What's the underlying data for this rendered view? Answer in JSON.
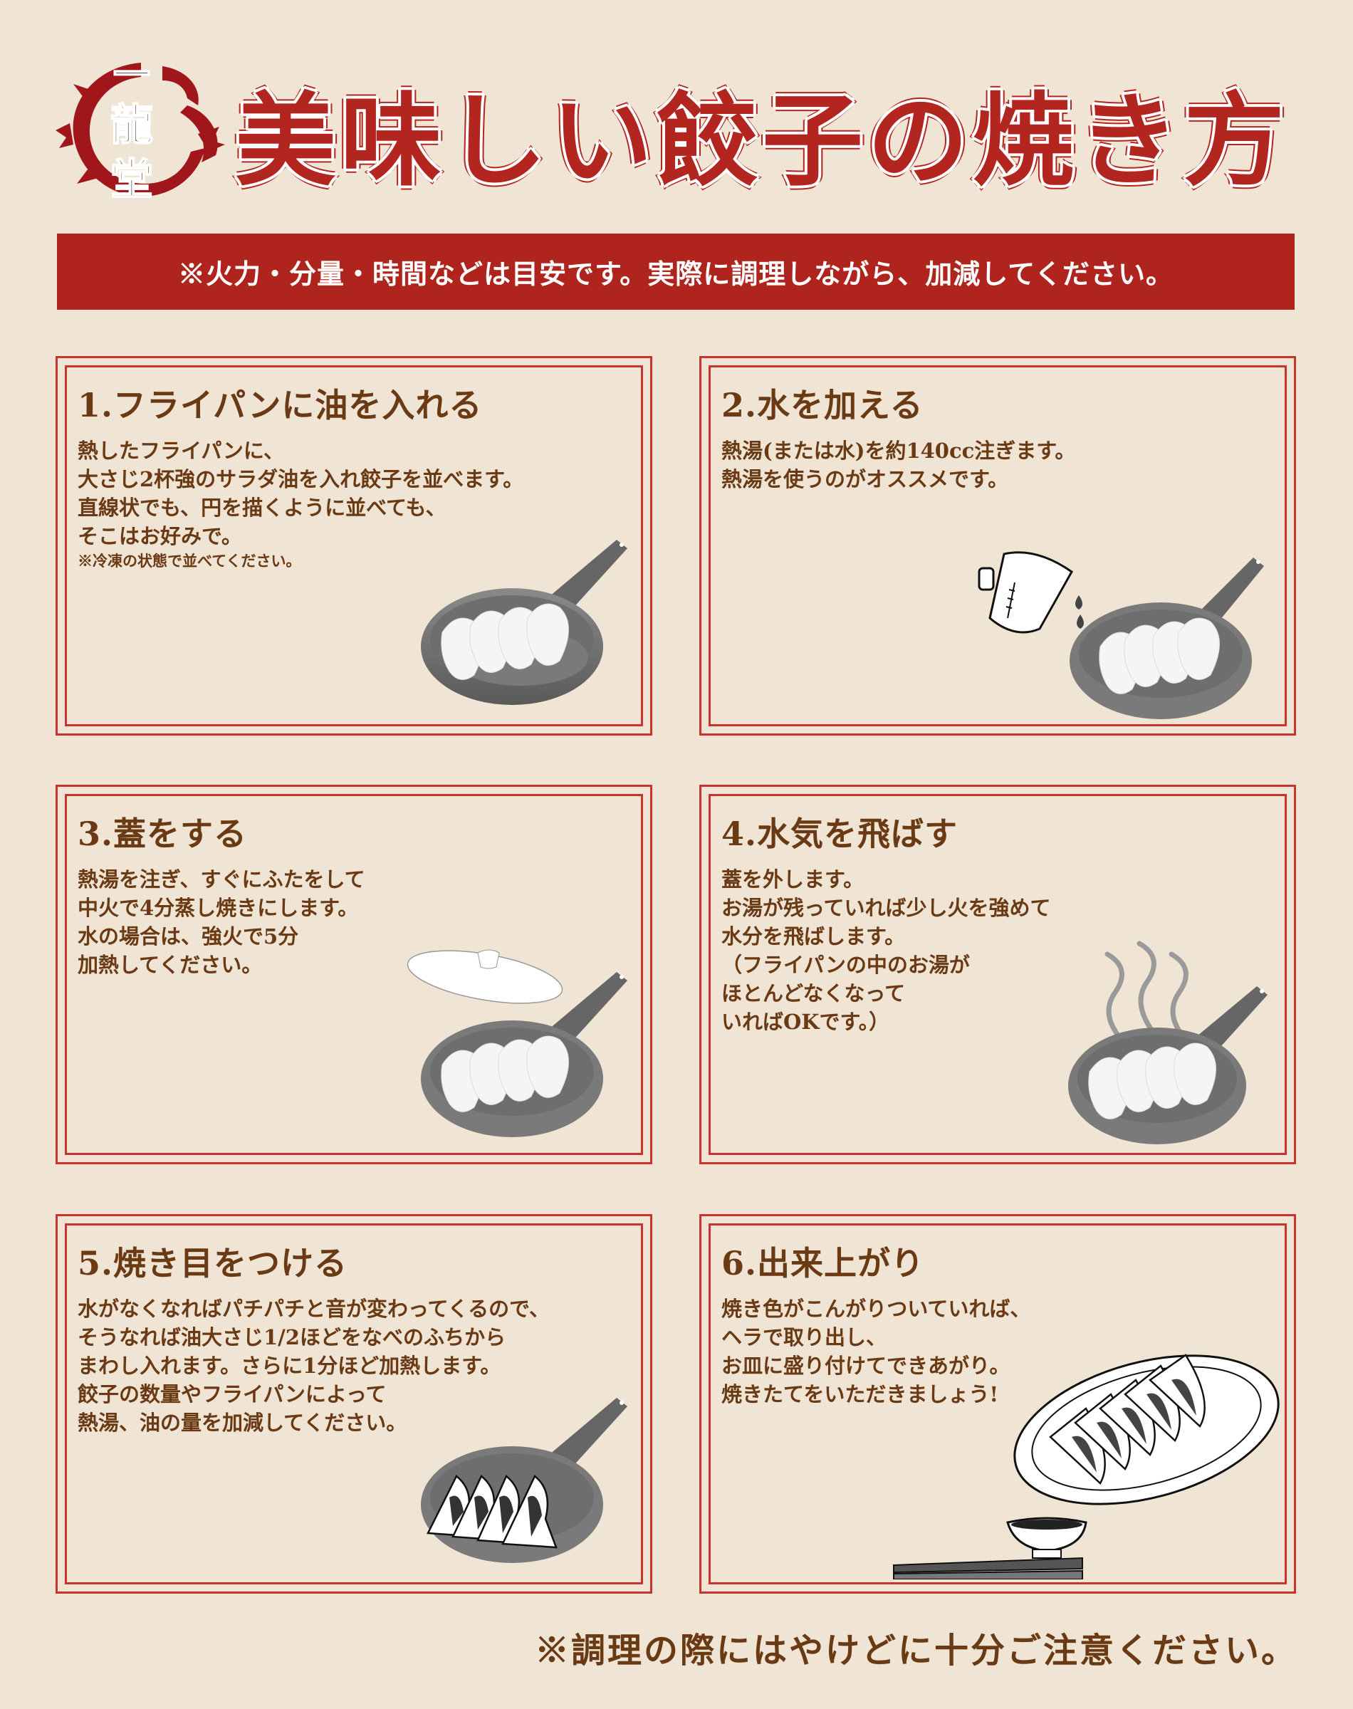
{
  "brand": {
    "logo_text": [
      "一",
      "龍",
      "堂"
    ],
    "colors": {
      "accent_red": "#b0241e",
      "border_red": "#c8332d",
      "text_brown": "#6a3a14",
      "background": "#f0e4d4"
    }
  },
  "header": {
    "title": "美味しい餃子の焼き方"
  },
  "banner": {
    "text": "※火力・分量・時間などは目安です。実際に調理しながら、加減してください。"
  },
  "steps": [
    {
      "title": "1.フライパンに油を入れる",
      "lines": [
        "熱したフライパンに、",
        "大さじ2杯強のサラダ油を入れ餃子を並べます。",
        "直線状でも、円を描くように並べても、",
        "そこはお好みで。"
      ],
      "note": "※冷凍の状態で並べてください。",
      "illustration": "frying-pan-with-raw-gyoza"
    },
    {
      "title": "2.水を加える",
      "lines": [
        "熱湯(または水)を約140cc注ぎます。",
        "熱湯を使うのがオススメです。"
      ],
      "illustration": "measuring-cup-pouring-water-into-pan"
    },
    {
      "title": "3.蓋をする",
      "lines": [
        "熱湯を注ぎ、すぐにふたをして",
        "中火で4分蒸し焼きにします。",
        "水の場合は、強火で5分",
        "加熱してください。"
      ],
      "illustration": "lid-above-frying-pan"
    },
    {
      "title": "4.水気を飛ばす",
      "lines": [
        "蓋を外します。",
        "お湯が残っていれば少し火を強めて",
        "水分を飛ばします。",
        "（フライパンの中のお湯が",
        "ほとんどなくなって",
        "いればOKです。）"
      ],
      "illustration": "steaming-frying-pan"
    },
    {
      "title": "5.焼き目をつける",
      "lines": [
        "水がなくなればパチパチと音が変わってくるので、",
        "そうなれば油大さじ1/2ほどをなべのふちから",
        "まわし入れます。さらに1分ほど加熱します。",
        "餃子の数量やフライパンによって",
        "熱湯、油の量を加減してください。"
      ],
      "illustration": "frying-pan-with-browned-gyoza"
    },
    {
      "title": "6.出来上がり",
      "lines": [
        "焼き色がこんがりついていれば、",
        "ヘラで取り出し、",
        "お皿に盛り付けてできあがり。",
        "焼きたてをいただきましょう!"
      ],
      "illustration": "plate-of-gyoza-with-sauce-and-chopsticks"
    }
  ],
  "footer": {
    "text": "※調理の際にはやけどに十分ご注意ください。"
  }
}
